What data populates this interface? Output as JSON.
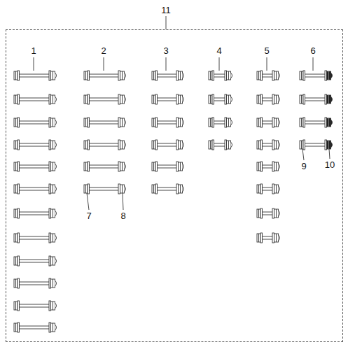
{
  "diagram": {
    "nodes": [
      {
        "text": [
          "11"
        ]
      }
    ],
    "labels": [
      "1",
      "2",
      "3",
      "4",
      "5",
      "6",
      "7",
      "8",
      "9",
      "10"
    ]
  }
}
